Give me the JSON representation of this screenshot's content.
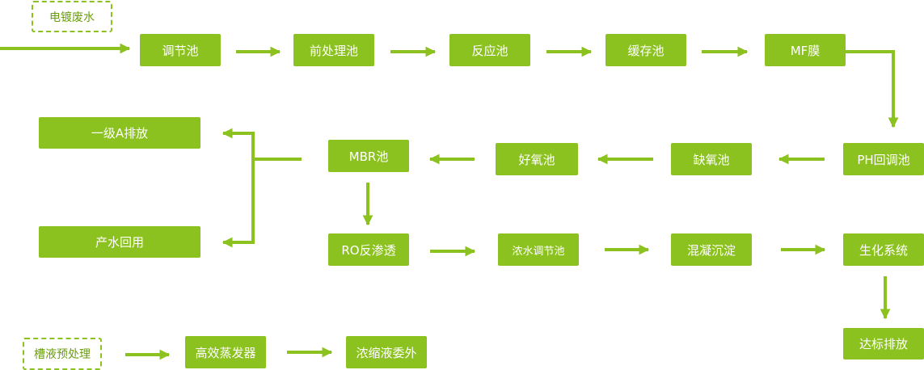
{
  "colors": {
    "accent": "#8cc21f",
    "text_on_accent": "#ffffff"
  },
  "labels": {
    "start_wastewater": "电镀废水",
    "bath_pretreatment": "槽液预处理",
    "regulating_tank": "调节池",
    "pretreatment_tank": "前处理池",
    "reaction_tank": "反应池",
    "buffer_tank": "缓存池",
    "mf_membrane": "MF膜",
    "ph_adjust_tank": "PH回调池",
    "anoxic_tank": "缺氧池",
    "aerobic_tank": "好氧池",
    "mbr_tank": "MBR池",
    "class_a_discharge": "一级A排放",
    "water_reuse": "产水回用",
    "ro_reverse_osmosis": "RO反渗透",
    "concentrate_regulating_tank": "浓水调节池",
    "coagulation_sedimentation": "混凝沉淀",
    "biochemical_system": "生化系统",
    "standard_discharge": "达标排放",
    "high_efficiency_evaporator": "高效蒸发器",
    "concentrate_outsourcing": "浓缩液委外"
  }
}
